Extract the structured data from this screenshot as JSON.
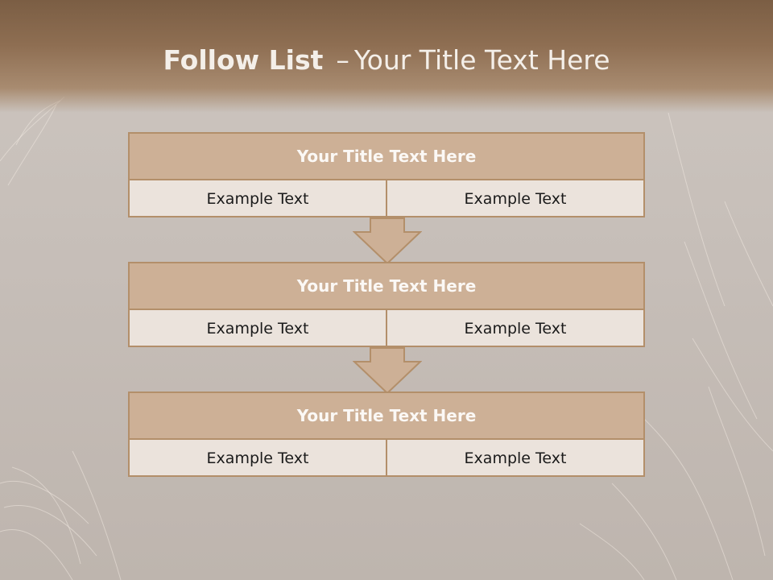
{
  "slide": {
    "title_bold": "Follow List",
    "title_dash": "–",
    "title_rest": "Your Title Text Here"
  },
  "blocks": [
    {
      "title": "Your Title Text Here",
      "left_text": "Example Text",
      "right_text": "Example Text"
    },
    {
      "title": "Your Title Text Here",
      "left_text": "Example Text",
      "right_text": "Example Text"
    },
    {
      "title": "Your Title Text Here",
      "left_text": "Example Text",
      "right_text": "Example Text"
    }
  ],
  "colors": {
    "header_brown": "#7b5e44",
    "block_head": "#cdb096",
    "block_body": "#ebe3dc",
    "block_border": "#b38f6a"
  }
}
